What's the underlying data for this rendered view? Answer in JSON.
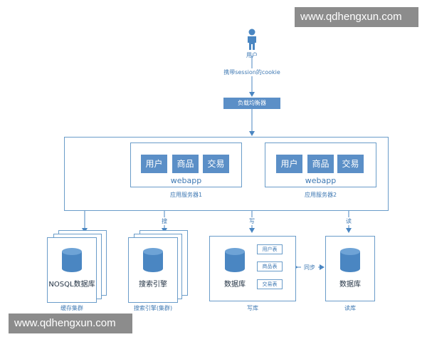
{
  "watermark": "www.qdhengxun.com",
  "user": {
    "label": "用户",
    "carry_label": "携带session的cookie"
  },
  "load_balancer": "负载均衡器",
  "app_servers": [
    {
      "modules": [
        "用户",
        "商品",
        "交易"
      ],
      "name": "webapp",
      "caption": "应用服务器1"
    },
    {
      "modules": [
        "用户",
        "商品",
        "交易"
      ],
      "name": "webapp",
      "caption": "应用服务器2"
    }
  ],
  "edge_labels": {
    "search": "搜",
    "write": "写",
    "read": "读",
    "sync": "同步"
  },
  "storage": {
    "nosql": {
      "db": "NOSQL数据库",
      "caption": "缓存集群"
    },
    "search": {
      "db": "搜索引擎",
      "caption": "搜索引擎(集群)"
    },
    "write_db": {
      "db": "数据库",
      "caption": "写库",
      "tables": [
        "用户表",
        "商品表",
        "交易表"
      ]
    },
    "read_db": {
      "db": "数据库",
      "caption": "读库"
    }
  },
  "colors": {
    "accent": "#5b8fc7",
    "line": "#6a9cc9",
    "text": "#2f6ea4",
    "watermark_bg": "#8c8c8c"
  }
}
